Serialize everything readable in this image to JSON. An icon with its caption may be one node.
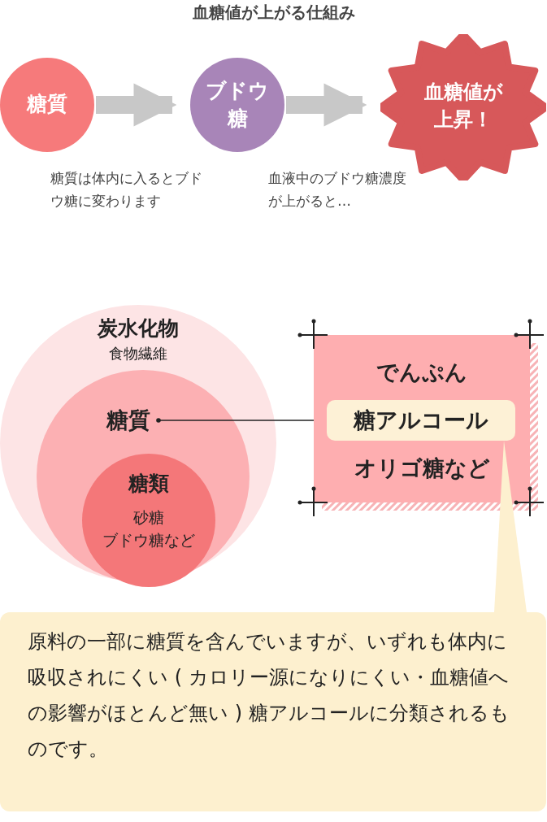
{
  "diagram": {
    "title": "血糖値が上がる仕組み",
    "nodes": [
      {
        "text": [
          "糖質"
        ]
      },
      {
        "text": [
          "ブドウ糖"
        ]
      },
      {
        "text": [
          "血糖値が上昇！"
        ]
      },
      {
        "text": [
          "炭水化物",
          "食物繊維"
        ]
      },
      {
        "text": [
          "糖質"
        ],
        "in": 3
      },
      {
        "text": [
          "糖類",
          "砂糖",
          "ブドウ糖など"
        ],
        "in": 4
      },
      {
        "text": [
          "でんぷん",
          "オリゴ糖など"
        ]
      },
      {
        "text": [
          "糖アルコール"
        ],
        "in": 6
      },
      {
        "text": [
          "原料の一部に糖質を含んでいますが、いずれも体内に吸収されにくい ( カロリー源になりにくい・血糖値への影響がほとんど無い ) 糖アルコールに分類されるものです。"
        ]
      }
    ],
    "edges": [
      {
        "from": 0,
        "to": 1,
        "arrow": "to"
      },
      {
        "from": 1,
        "to": 2,
        "arrow": "to"
      },
      {
        "from": 4,
        "to": 6,
        "arrow": "other",
        "color": "#222222"
      },
      {
        "from": 7,
        "to": 8,
        "arrow": "none"
      }
    ],
    "labels": [
      "糖質は体内に入るとブドウ糖に変わります",
      "血液中のブドウ糖濃度が上がると…"
    ]
  }
}
